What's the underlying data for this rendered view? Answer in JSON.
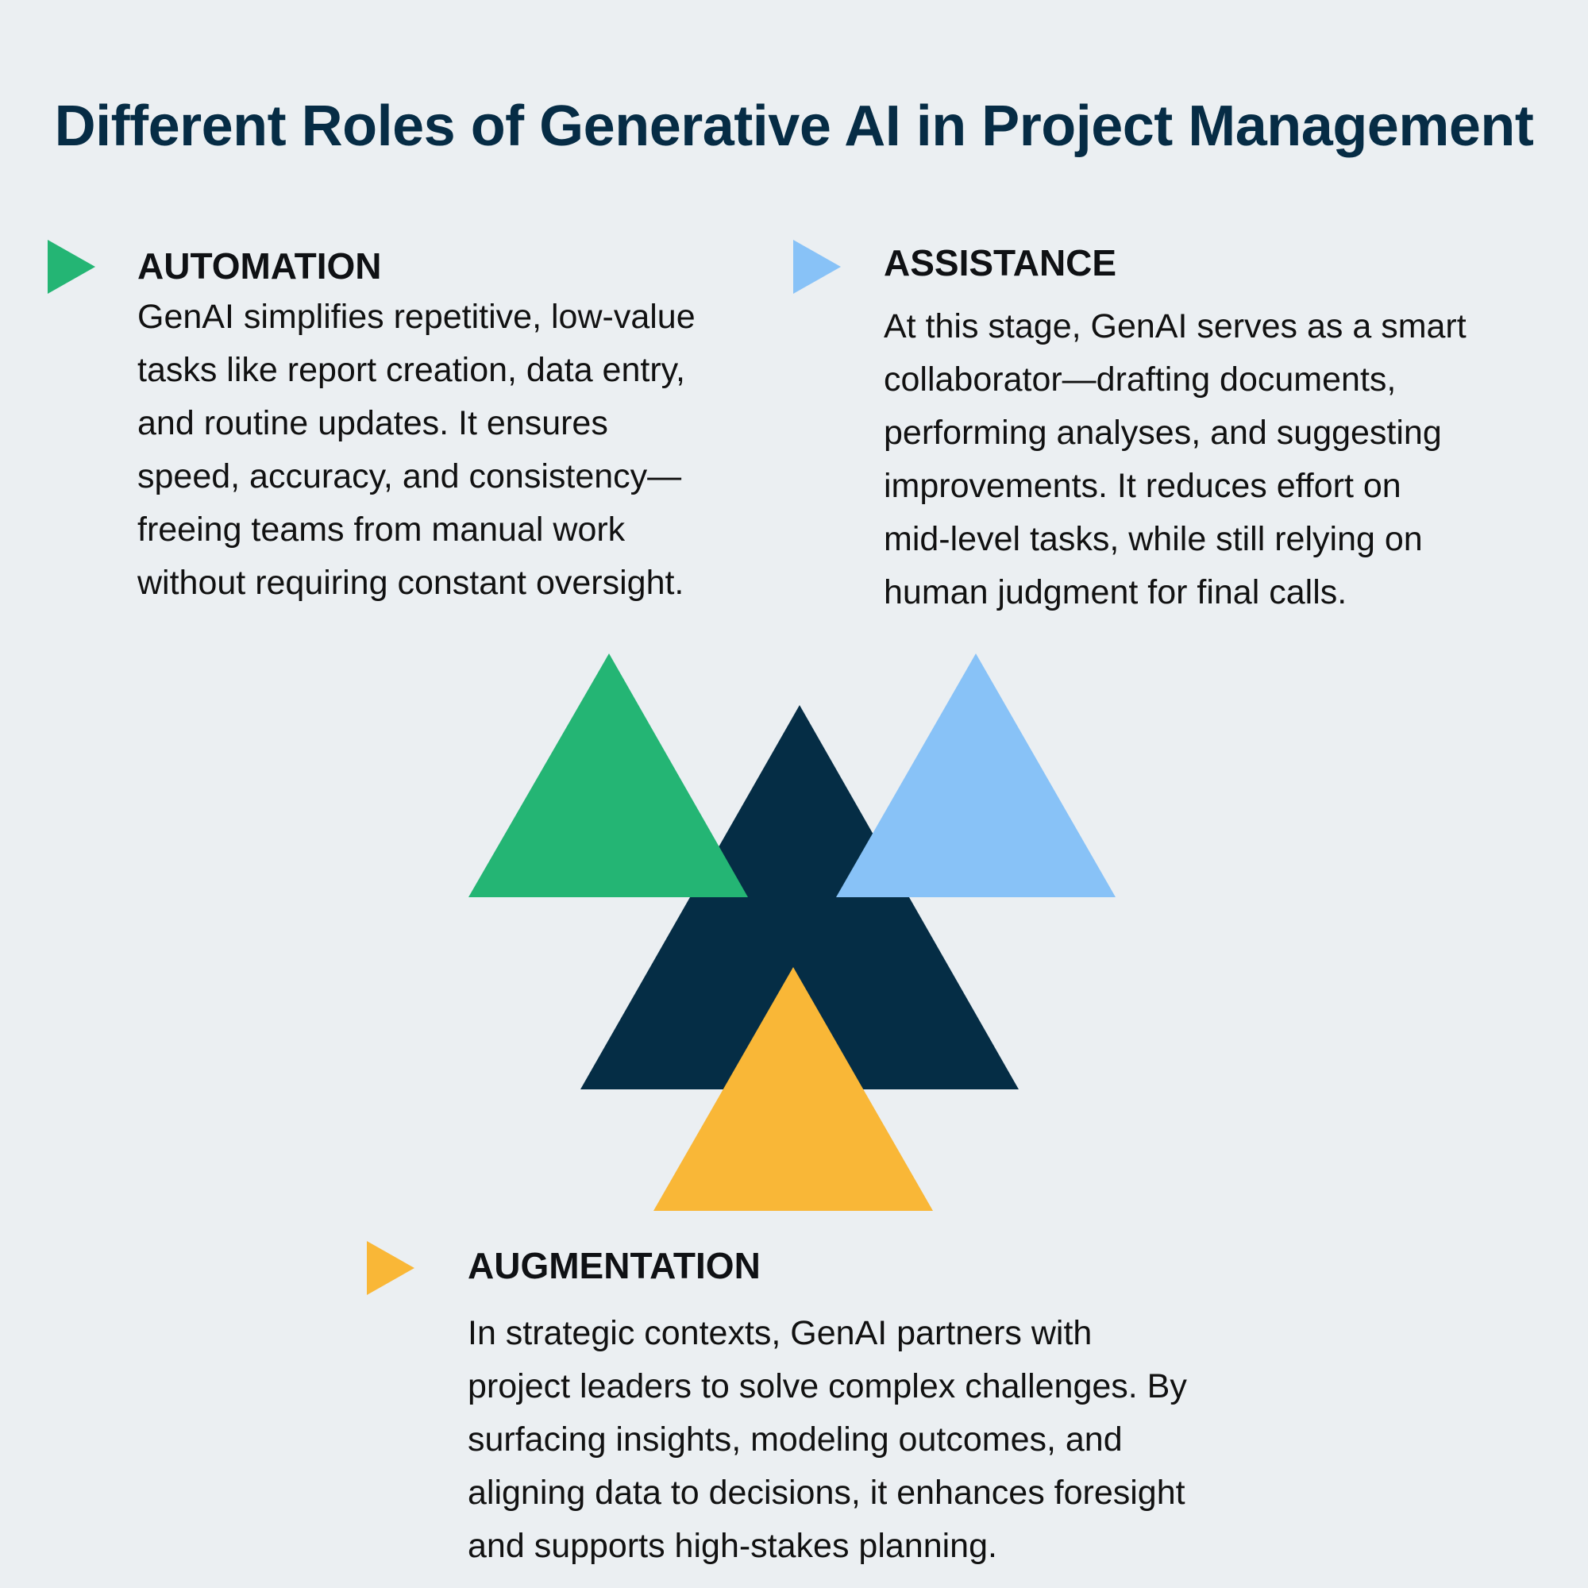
{
  "title": "Different Roles of Generative AI in Project Management",
  "colors": {
    "background": "#ebeff2",
    "title": "#062c45",
    "automation": "#24b574",
    "assistance": "#88c2f7",
    "augmentation": "#f9b737",
    "core": "#052d45"
  },
  "sections": [
    {
      "id": "automation",
      "heading": "AUTOMATION",
      "marker_icon": "triangle-right-green",
      "lines": [
        "GenAI simplifies repetitive, low-value",
        "tasks like report creation, data entry,",
        "and routine updates. It ensures",
        "speed, accuracy, and consistency—",
        "freeing teams from manual work",
        "without requiring constant oversight."
      ]
    },
    {
      "id": "assistance",
      "heading": "ASSISTANCE",
      "marker_icon": "triangle-right-blue",
      "lines": [
        "At this stage, GenAI serves as a smart",
        "collaborator—drafting documents,",
        "performing analyses, and suggesting",
        "improvements. It reduces effort on",
        "mid-level tasks, while still relying on",
        "human judgment for final calls."
      ]
    },
    {
      "id": "augmentation",
      "heading": "AUGMENTATION",
      "marker_icon": "triangle-right-yellow",
      "lines": [
        "In strategic contexts, GenAI partners with",
        "project leaders to solve complex challenges. By",
        "surfacing insights, modeling outcomes, and",
        "aligning data to decisions, it enhances foresight",
        "and supports high-stakes planning."
      ]
    }
  ],
  "diagram": {
    "shapes": [
      {
        "name": "core-triangle",
        "color": "#052d45"
      },
      {
        "name": "automation-triangle",
        "color": "#24b574"
      },
      {
        "name": "assistance-triangle",
        "color": "#88c2f7"
      },
      {
        "name": "augmentation-triangle",
        "color": "#f9b737"
      }
    ]
  }
}
